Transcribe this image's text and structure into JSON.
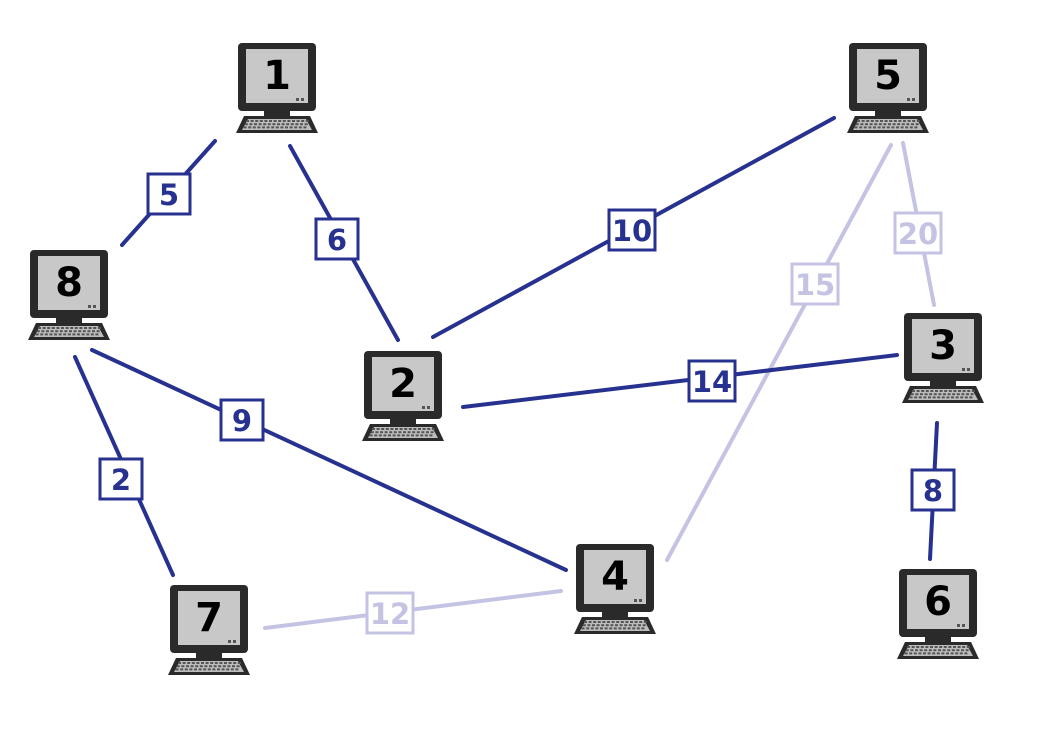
{
  "colors": {
    "active": "#27318f",
    "inactive": "#c5c3e3",
    "monitor": "#2a2a2a",
    "screen": "#c8c8c8",
    "keyboard": "#bdbdbd"
  },
  "nodes": [
    {
      "id": "1",
      "label": "1",
      "icon": "computer-icon"
    },
    {
      "id": "2",
      "label": "2",
      "icon": "computer-icon"
    },
    {
      "id": "3",
      "label": "3",
      "icon": "computer-icon"
    },
    {
      "id": "4",
      "label": "4",
      "icon": "computer-icon"
    },
    {
      "id": "5",
      "label": "5",
      "icon": "computer-icon"
    },
    {
      "id": "6",
      "label": "6",
      "icon": "computer-icon"
    },
    {
      "id": "7",
      "label": "7",
      "icon": "computer-icon"
    },
    {
      "id": "8",
      "label": "8",
      "icon": "computer-icon"
    }
  ],
  "edges": [
    {
      "from": "8",
      "to": "1",
      "weight": "5",
      "state": "active"
    },
    {
      "from": "1",
      "to": "2",
      "weight": "6",
      "state": "active"
    },
    {
      "from": "2",
      "to": "5",
      "weight": "10",
      "state": "active"
    },
    {
      "from": "4",
      "to": "5",
      "weight": "15",
      "state": "inactive"
    },
    {
      "from": "5",
      "to": "3",
      "weight": "20",
      "state": "inactive"
    },
    {
      "from": "2",
      "to": "3",
      "weight": "14",
      "state": "active"
    },
    {
      "from": "8",
      "to": "4",
      "weight": "9",
      "state": "active"
    },
    {
      "from": "8",
      "to": "7",
      "weight": "2",
      "state": "active"
    },
    {
      "from": "3",
      "to": "6",
      "weight": "8",
      "state": "active"
    },
    {
      "from": "7",
      "to": "4",
      "weight": "12",
      "state": "inactive"
    }
  ]
}
